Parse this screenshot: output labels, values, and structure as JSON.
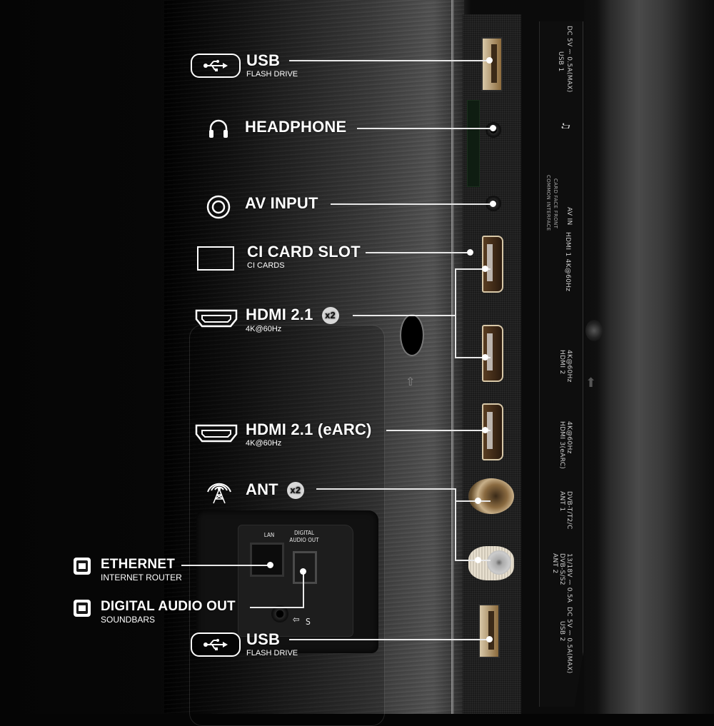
{
  "callouts": {
    "usb_top": {
      "title": "USB",
      "subtitle": "FLASH DRIVE",
      "icon": "usb-icon"
    },
    "headphone": {
      "title": "HEADPHONE",
      "icon": "headphone-icon"
    },
    "av_input": {
      "title": "AV INPUT",
      "icon": "av-input-icon"
    },
    "ci_slot": {
      "title": "CI CARD SLOT",
      "subtitle": "CI CARDS",
      "icon": "ci-card-icon"
    },
    "hdmi": {
      "title": "HDMI 2.1",
      "badge": "x2",
      "subtitle": "4K@60Hz",
      "icon": "hdmi-icon"
    },
    "hdmi_earc": {
      "title": "HDMI 2.1 (eARC)",
      "subtitle": "4K@60Hz",
      "icon": "hdmi-icon"
    },
    "ant": {
      "title": "ANT",
      "badge": "x2",
      "icon": "antenna-icon"
    },
    "ethernet": {
      "title": "ETHERNET",
      "subtitle": "INTERNET ROUTER",
      "icon": "ethernet-icon"
    },
    "digital_audio": {
      "title": "DIGITAL AUDIO OUT",
      "subtitle": "SOUNDBARS",
      "icon": "ethernet-icon"
    },
    "usb_bottom": {
      "title": "USB",
      "subtitle": "FLASH DRIVE",
      "icon": "usb-icon"
    }
  },
  "inset_panel": {
    "lan_label": "LAN",
    "digital_audio_label_1": "DIGITAL",
    "digital_audio_label_2": "AUDIO OUT",
    "screw_mark": "S"
  },
  "silkscreen": {
    "usb1": "USB 1",
    "usb1_power": "DC 5V ⎓ 0.5A(MAX)",
    "common_interface": "COMMON INTERFACE",
    "card_face": "CARD FACE FRONT",
    "av_in": "AV IN",
    "hdmi1": "HDMI 1  4K@60Hz",
    "hdmi2": "HDMI 2",
    "hdmi2_spec": "4K@60Hz",
    "hdmi3": "HDMI 3(eARC)",
    "hdmi3_spec": "4K@60Hz",
    "ant1": "ANT 1",
    "ant1_spec": "DVB-T/T2/C",
    "ant2": "ANT 2",
    "ant2_spec": "DVB-S/S2",
    "ant2_power": "13/18V ⎓ 0.5A",
    "usb2": "USB 2",
    "usb2_power": "DC 5V ⎓ 0.5A(MAX)"
  },
  "colors": {
    "background": "#050505",
    "callout_text": "#ffffff",
    "callout_line": "#e8e8e8",
    "badge_bg": "#d8d8d8",
    "hdmi_gold": "#d8c8a8"
  }
}
